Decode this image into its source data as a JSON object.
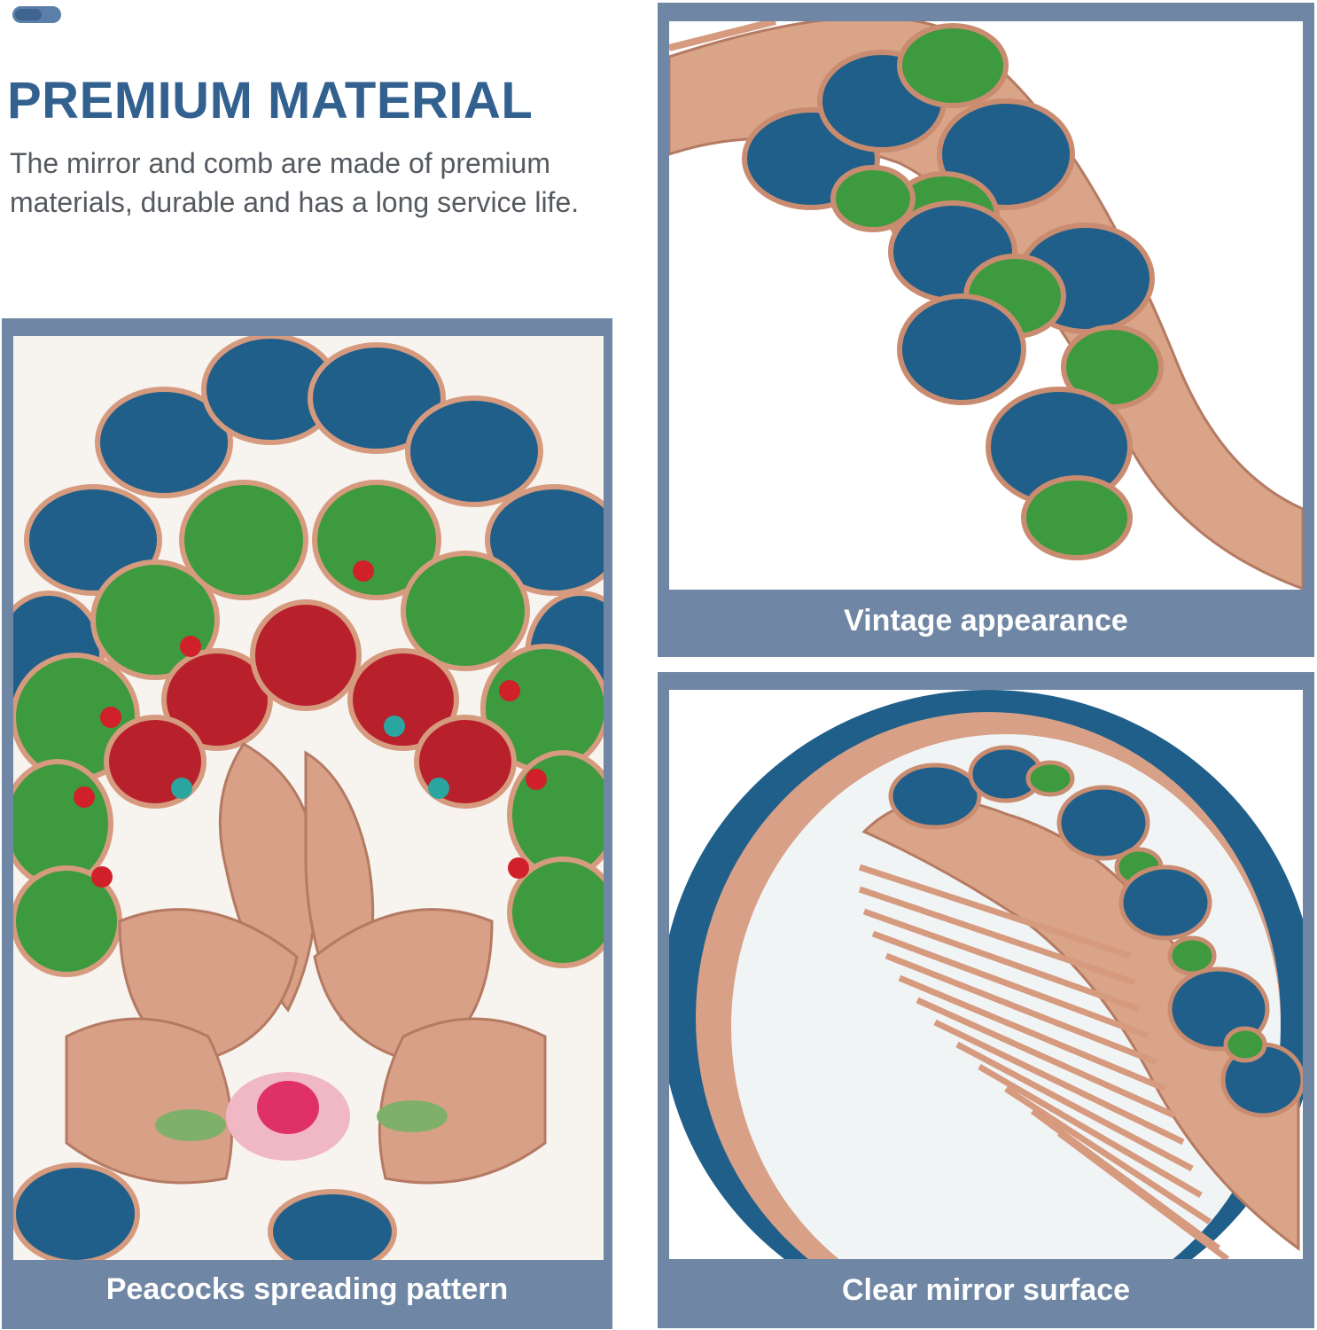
{
  "header": {
    "heading": "PREMIUM MATERIAL",
    "description": "The mirror and comb are made of premium materials, durable and has a long service life."
  },
  "panels": {
    "left_caption": "Peacocks spreading pattern",
    "top_right_caption": "Vintage appearance",
    "bottom_right_caption": "Clear mirror surface"
  },
  "colors": {
    "heading": "#33618f",
    "panel": "#6f87a5",
    "enamel_blue": "#1f5f8a",
    "enamel_green": "#3e9a3e",
    "enamel_red": "#b8202c",
    "metal": "#d8a086"
  },
  "icons": [
    "toggle-pill-icon"
  ]
}
